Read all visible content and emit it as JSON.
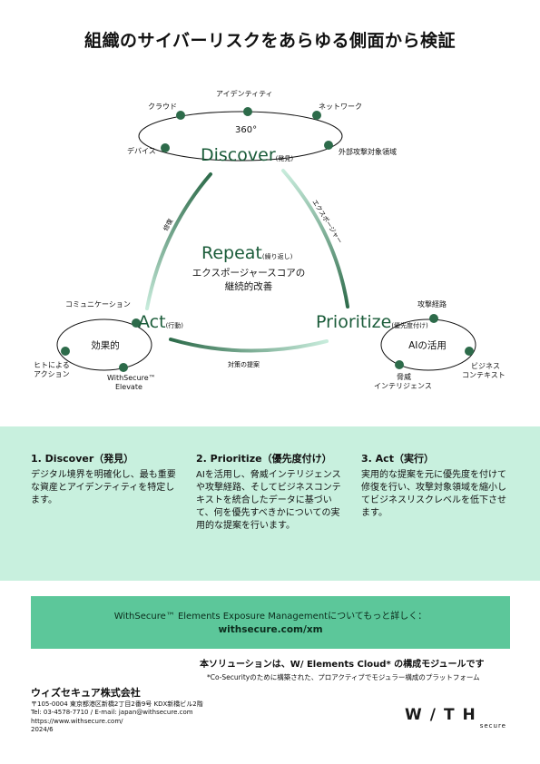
{
  "title": "組織のサイバーリスクをあらゆる側面から検証",
  "diagram": {
    "discover": {
      "name": "Discover",
      "sub": "(発見)",
      "center": "360°",
      "items": [
        "クラウド",
        "アイデンティティ",
        "ネットワーク",
        "デバイス",
        "外部攻撃対象領域"
      ]
    },
    "repeat": {
      "name": "Repeat",
      "sub": "(繰り返し)",
      "desc1": "エクスポージャースコアの",
      "desc2": "継続的改善"
    },
    "act": {
      "name": "Act",
      "sub": "(行動)",
      "center": "効果的",
      "items": [
        "コミュニケーション",
        "ヒトによる",
        "アクション",
        "WithSecure™",
        "Elevate"
      ]
    },
    "prioritize": {
      "name": "Prioritize",
      "sub": "(優先度付け)",
      "center": "AIの活用",
      "items": [
        "攻撃経路",
        "ビジネス",
        "コンテキスト",
        "脅威",
        "インテリジェンス"
      ]
    },
    "arrows": {
      "left": "修復",
      "right": "エクスポージャー",
      "bottom": "対策の提案"
    }
  },
  "columns": [
    {
      "heading": "1. Discover（発見）",
      "text": "デジタル境界を明確化し、最も重要な資産とアイデンティティを特定します。"
    },
    {
      "heading": "2. Prioritize（優先度付け）",
      "text": "AIを活用し、脅威インテリジェンスや攻撃経路、そしてビジネスコンテキストを統合したデータに基づいて、何を優先すべきかについての実用的な提案を行います。"
    },
    {
      "heading": "3. Act（実行）",
      "text": "実用的な提案を元に優先度を付けて修復を行い、攻撃対象領域を縮小してビジネスリスクレベルを低下させます。"
    }
  ],
  "cta": {
    "line1": "WithSecure™ Elements Exposure Managementについてもっと詳しく：",
    "line2": "withsecure.com/xm"
  },
  "solution": {
    "main": "本ソリューションは、W/ Elements Cloud* の構成モジュールです",
    "note": "*Co-Securityのために構築された、プロアクティブでモジュラー構成のプラットフォーム"
  },
  "company": {
    "name": "ウィズセキュア株式会社",
    "address": "〒105-0004 東京都港区新橋2丁目2番9号 KDX新橋ビル2階",
    "contact": "Tel: 03-4578-7710 / E-mail: japan@withsecure.com",
    "url": "https://www.withsecure.com/",
    "date": "2024/6"
  },
  "logo": {
    "mark": "W/TH",
    "sub": "secure"
  },
  "colors": {
    "dark_green": "#1b5c3a",
    "node_green": "#2d6b4a",
    "band": "#c8f0de",
    "cta": "#5cc79a",
    "arrow": "#2d6b4a"
  }
}
